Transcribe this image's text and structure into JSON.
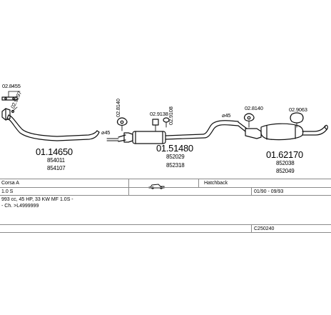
{
  "parts": {
    "p1": {
      "main_number": "01.14650",
      "alt_numbers": [
        "854011",
        "854107"
      ]
    },
    "p2": {
      "main_number": "01.51480",
      "alt_numbers": [
        "852029",
        "852318"
      ]
    },
    "p3": {
      "main_number": "01.62170",
      "alt_numbers": [
        "852038",
        "852049"
      ]
    }
  },
  "accessories": {
    "a1": "02.8455",
    "a2": "02.9297",
    "a3": "02.8140",
    "a4": "02.9138",
    "a5": "02.9108",
    "a6": "02.8140",
    "a7": "02.9063"
  },
  "diameters": {
    "d1": "⌀45",
    "d2": "⌀45"
  },
  "vehicle": {
    "model": "Corsa A",
    "body_type": "Hatchback",
    "engine_code": "1.0 S",
    "years": "01/90 - 09/93",
    "engine_spec": "993 cc, 45 HP, 33 KW MF 1.0S -",
    "chassis": "- Ch. >L4999999",
    "catalog_code": "C250240"
  }
}
